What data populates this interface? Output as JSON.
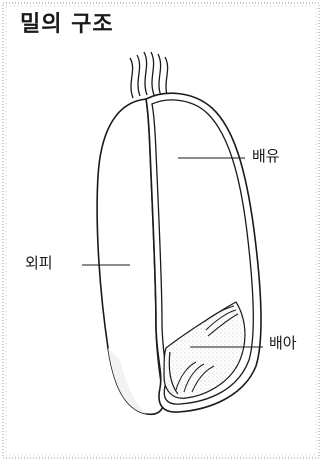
{
  "title": "밀의 구조",
  "labels": {
    "endosperm": "배유",
    "bran": "외피",
    "germ": "배아"
  },
  "colors": {
    "line": "#1a1a1a",
    "stipple": "#9a9a9a",
    "border": "#b8b8b8"
  }
}
